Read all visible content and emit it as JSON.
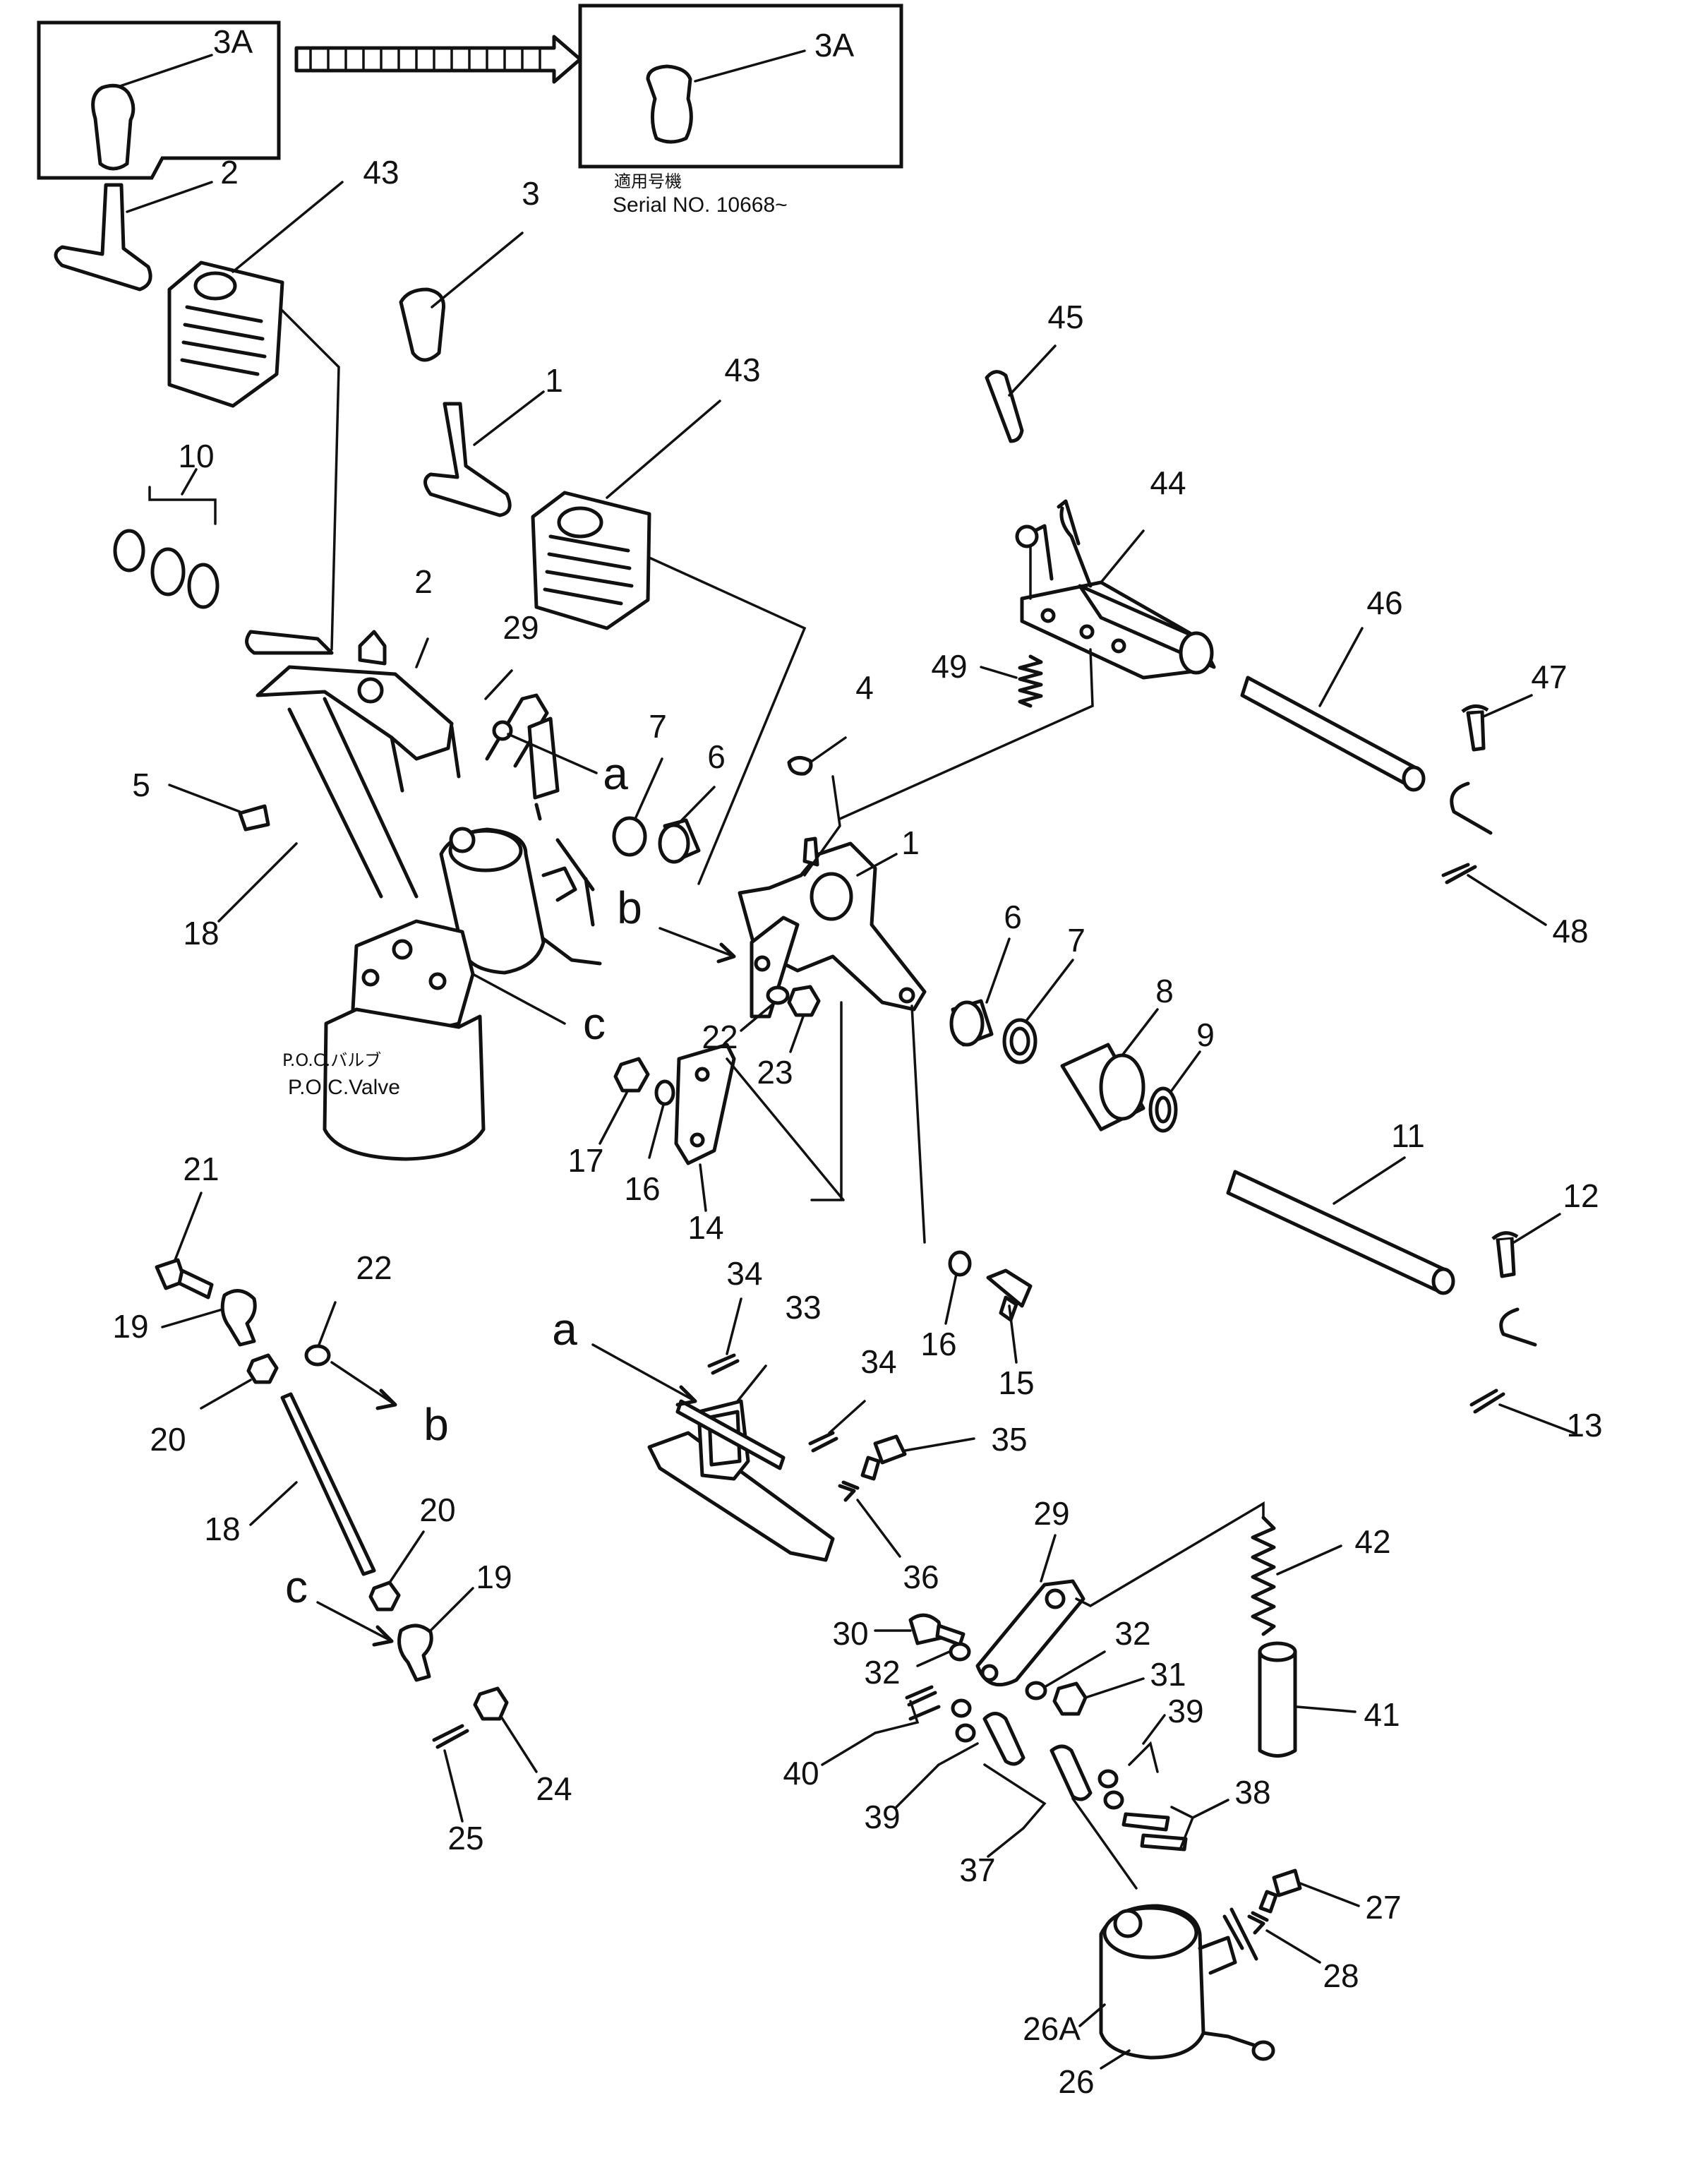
{
  "serial_note": {
    "japanese": "適用号機",
    "english": "Serial NO. 10668~"
  },
  "valve_label": {
    "japanese": "P.O.C.バルブ",
    "english": "P.O.C.Valve"
  },
  "connection_letters": {
    "a": "a",
    "b": "b",
    "c": "c"
  },
  "part_numbers": {
    "p3a_left": "3A",
    "p3a_right": "3A",
    "p2_top": "2",
    "p43_left": "43",
    "p3": "3",
    "p1_top": "1",
    "p43_mid": "43",
    "p45": "45",
    "p44": "44",
    "p10": "10",
    "p2_mid": "2",
    "p29_top": "29",
    "p7_top": "7",
    "p6_top": "6",
    "p4": "4",
    "p49": "49",
    "p46": "46",
    "p47": "47",
    "p5": "5",
    "p18_top": "18",
    "p48": "48",
    "p1_mid": "1",
    "p6_mid": "6",
    "p7_mid": "7",
    "p8": "8",
    "p9": "9",
    "p22_mid": "22",
    "p23": "23",
    "p17": "17",
    "p16_left": "16",
    "p14": "14",
    "p11": "11",
    "p12": "12",
    "p21": "21",
    "p22_low": "22",
    "p19_top": "19",
    "p20_top": "20",
    "p34_top": "34",
    "p33": "33",
    "p34_right": "34",
    "p16_right": "16",
    "p15": "15",
    "p13": "13",
    "p18_low": "18",
    "p35": "35",
    "p20_low": "20",
    "p19_low": "19",
    "p29_low": "29",
    "p36": "36",
    "p42": "42",
    "p30": "30",
    "p32_left": "32",
    "p32_right": "32",
    "p31": "31",
    "p41": "41",
    "p39_right": "39",
    "p40": "40",
    "p39_left": "39",
    "p24": "24",
    "p38": "38",
    "p25": "25",
    "p37": "37",
    "p27": "27",
    "p28": "28",
    "p26a": "26A",
    "p26": "26"
  }
}
